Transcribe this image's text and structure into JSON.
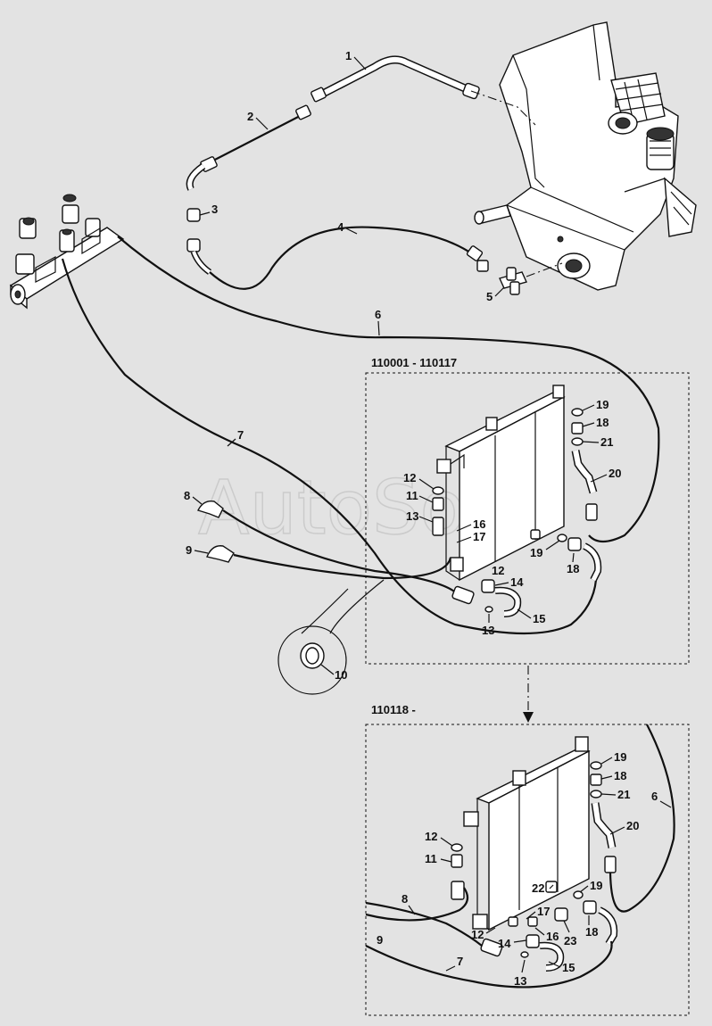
{
  "watermark": "AutoSoft",
  "sections": {
    "upper_range": "110001 - 110117",
    "lower_range": "110118 -"
  },
  "callouts_main": [
    "1",
    "2",
    "3",
    "4",
    "5",
    "6",
    "7",
    "8",
    "9",
    "10"
  ],
  "callouts_upper_box": [
    "19",
    "18",
    "21",
    "20",
    "12",
    "11",
    "13",
    "16",
    "17",
    "19",
    "18",
    "12",
    "14",
    "13",
    "15"
  ],
  "callouts_lower_box": [
    "19",
    "18",
    "21",
    "6",
    "20",
    "12",
    "11",
    "22",
    "19",
    "8",
    "17",
    "18",
    "9",
    "12",
    "16",
    "23",
    "14",
    "7",
    "15",
    "13"
  ]
}
